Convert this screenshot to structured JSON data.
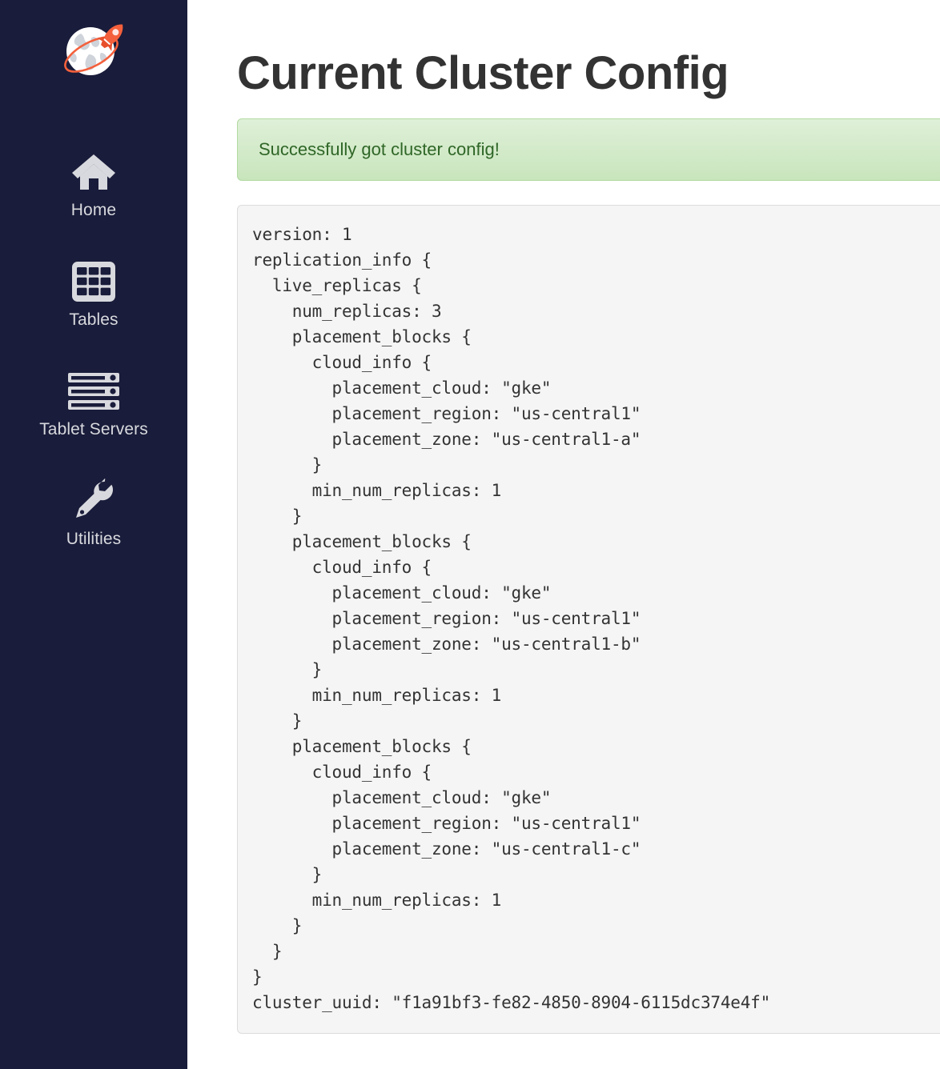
{
  "sidebar": {
    "logo": {
      "icon": "rocket-globe-logo",
      "alt": "YugabyteDB logo"
    },
    "items": [
      {
        "label": "Home",
        "icon": "home-icon"
      },
      {
        "label": "Tables",
        "icon": "table-grid-icon"
      },
      {
        "label": "Tablet Servers",
        "icon": "server-rack-icon"
      },
      {
        "label": "Utilities",
        "icon": "wrench-icon"
      }
    ]
  },
  "main": {
    "title": "Current Cluster Config",
    "alert": {
      "message": "Successfully got cluster config!",
      "type": "success",
      "text_color": "#2f6627",
      "bg_color": "#dff0d8",
      "border_color": "#b2dba1"
    },
    "config": {
      "text": "version: 1\nreplication_info {\n  live_replicas {\n    num_replicas: 3\n    placement_blocks {\n      cloud_info {\n        placement_cloud: \"gke\"\n        placement_region: \"us-central1\"\n        placement_zone: \"us-central1-a\"\n      }\n      min_num_replicas: 1\n    }\n    placement_blocks {\n      cloud_info {\n        placement_cloud: \"gke\"\n        placement_region: \"us-central1\"\n        placement_zone: \"us-central1-b\"\n      }\n      min_num_replicas: 1\n    }\n    placement_blocks {\n      cloud_info {\n        placement_cloud: \"gke\"\n        placement_region: \"us-central1\"\n        placement_zone: \"us-central1-c\"\n      }\n      min_num_replicas: 1\n    }\n  }\n}\ncluster_uuid: \"f1a91bf3-fe82-4850-8904-6115dc374e4f\"",
      "version": "1",
      "num_replicas": "3",
      "cluster_uuid": "f1a91bf3-fe82-4850-8904-6115dc374e4f",
      "placement_cloud": "gke",
      "placement_region": "us-central1",
      "placement_zones": [
        "us-central1-a",
        "us-central1-b",
        "us-central1-c"
      ],
      "min_num_replicas": "1"
    }
  },
  "theme": {
    "sidebar_bg": "#191c3a",
    "sidebar_text": "#d8d9de",
    "accent": "#f75d3a",
    "code_bg": "#f5f5f5",
    "code_text": "#333333",
    "title_color": "#333333"
  }
}
